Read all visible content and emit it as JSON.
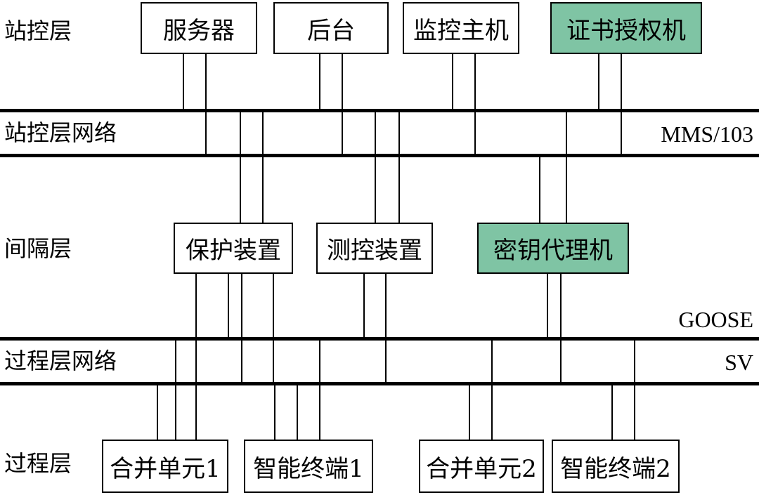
{
  "layers": {
    "station": "站控层",
    "station_network": "站控层网络",
    "bay": "间隔层",
    "process_network": "过程层网络",
    "process": "过程层"
  },
  "protocols": {
    "mms": "MMS/103",
    "goose": "GOOSE",
    "sv": "SV"
  },
  "devices": {
    "server": "服务器",
    "backend": "后台",
    "monitor_host": "监控主机",
    "cert_authority": "证书授权机",
    "protection": "保护装置",
    "measure_control": "测控装置",
    "key_agent": "密钥代理机",
    "merging_unit_1": "合并单元1",
    "smart_terminal_1": "智能终端1",
    "merging_unit_2": "合并单元2",
    "smart_terminal_2": "智能终端2"
  },
  "colors": {
    "security_device_fill": "#7fc4a4",
    "line": "#000000",
    "box_fill": "#ffffff"
  }
}
